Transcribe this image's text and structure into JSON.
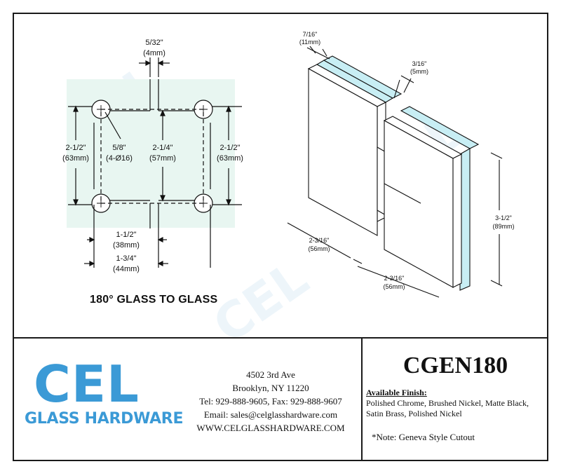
{
  "diagram": {
    "plan_view": {
      "gap_top": "5/32\"",
      "gap_top_mm": "(4mm)",
      "hole_label": "5/8\"",
      "hole_label_mm": "(4-Ø16)",
      "hole_spacing_v": "2-1/4\"",
      "hole_spacing_v_mm": "(57mm)",
      "height_left": "2-1/2\"",
      "height_left_mm": "(63mm)",
      "height_right": "2-1/2\"",
      "height_right_mm": "(63mm)",
      "offset_1": "1-1/2\"",
      "offset_1_mm": "(38mm)",
      "offset_2": "1-3/4\"",
      "offset_2_mm": "(44mm)",
      "caption": "180° GLASS TO GLASS"
    },
    "iso_view": {
      "glass_thickness": "7/16\"",
      "glass_thickness_mm": "(11mm)",
      "gap": "3/16\"",
      "gap_mm": "(5mm)",
      "height": "3-1/2\"",
      "height_mm": "(89mm)",
      "width_left": "2-3/16\"",
      "width_left_mm": "(56mm)",
      "width_right": "2-3/16\"",
      "width_right_mm": "(56mm)"
    }
  },
  "footer": {
    "logo_main": "CEL",
    "logo_sub": "GLASS HARDWARE",
    "address_lines": [
      "4502 3rd Ave",
      "Brooklyn, NY 11220",
      "Tel: 929-888-9605, Fax: 929-888-9607",
      "Email: sales@celglasshardware.com",
      "WWW.CELGLASSHARDWARE.COM"
    ],
    "model": "CGEN180",
    "finish_title": "Available Finish:",
    "finish_text": "Polished Chrome, Brushed Nickel, Matte Black, Satin Brass, Polished Nickel",
    "note": "*Note:  Geneva  Style Cutout"
  },
  "colors": {
    "brand": "#3b9ad6",
    "glass": "#c8eef4"
  }
}
